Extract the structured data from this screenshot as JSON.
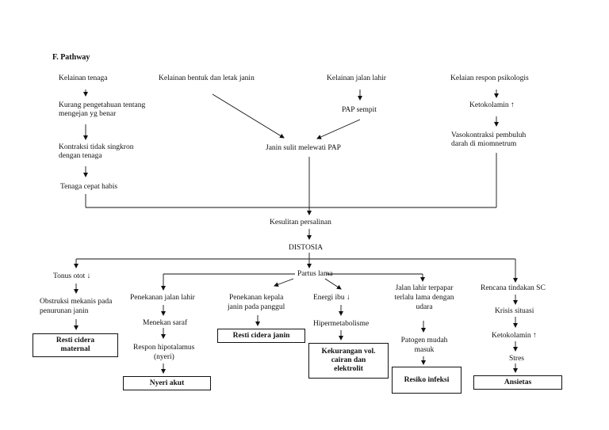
{
  "heading": "F.   Pathway",
  "causes": {
    "tenaga": [
      "Kelainan tenaga",
      "Kurang pengetahuan tentang",
      "mengejan yg benar",
      "Kontraksi tidak singkron",
      "dengan tenaga",
      "Tenaga cepat habis"
    ],
    "bentuk": "Kelainan bentuk dan letak janin",
    "jalan_lahir": [
      "Kelainan jalan lahir",
      "PAP sempit"
    ],
    "psikologis": [
      "Kelaian respon psikologis",
      "Ketokolamin ↑",
      "Vasokontraksi pembuluh",
      "darah di miomnetrum"
    ],
    "janin_sulit": "Janin sulit melewati PAP"
  },
  "center": {
    "kesulitan": "Kesulitan persalinan",
    "distosia": "DISTOSIA",
    "partus": "Partus lama"
  },
  "col1": [
    "Tonus otot ↓",
    "Obstruksi mekanis pada",
    "penurunan janin",
    "Resti cidera",
    "maternal"
  ],
  "col2": [
    "Penekanan jalan lahir",
    "Menekan saraf",
    "Respon hipotalamus",
    "(nyeri)",
    "Nyeri akut"
  ],
  "col3": [
    "Penekanan kepala",
    "janin pada panggul",
    "Resti cidera janin"
  ],
  "col4": [
    "Energi ibu ↓",
    "Hipermetabolisme",
    "Kekurangan vol.",
    "cairan dan",
    "elektrolit"
  ],
  "col5": [
    "Jalan lahir terpapar",
    "terlalu lama dengan",
    "udara",
    "Patogen mudah",
    "masuk",
    "Resiko infeksi"
  ],
  "col6": [
    "Rencana tindakan SC",
    "Krisis situasi",
    "Ketokolamin ↑",
    "Stres",
    "Ansietas"
  ]
}
